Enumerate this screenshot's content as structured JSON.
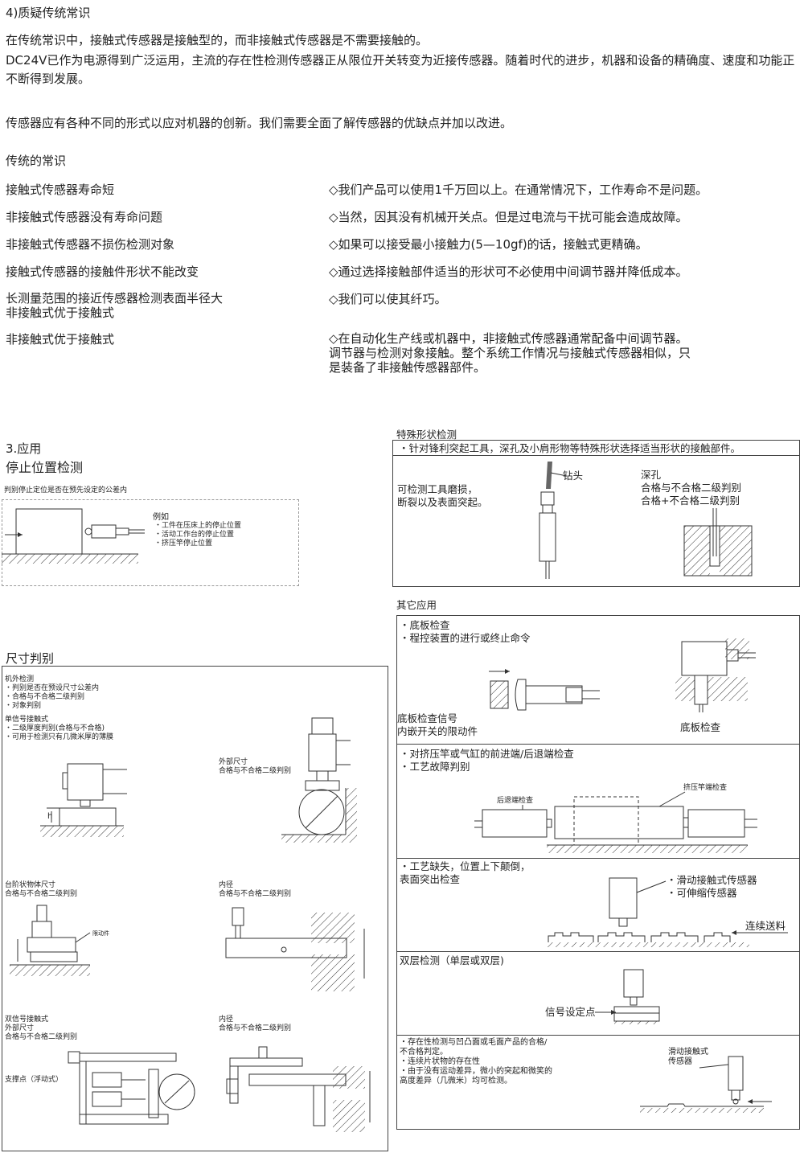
{
  "section4": {
    "title": "4)质疑传统常识",
    "p1": "在传统常识中，接触式传感器是接触型的，而非接触式传感器是不需要接触的。",
    "p2": "DC24V已作为电源得到广泛运用，主流的存在性检测传感器正从限位开关转变为近接传感器。随着时代的进步，机器和设备的精确度、速度和功能正不断得到发展。",
    "p3": "传感器应有各种不同的形式以应对机器的创新。我们需要全面了解传感器的优缺点并加以改进。",
    "sub": "传统的常识",
    "rows": [
      {
        "left": "接触式传感器寿命短",
        "right": "◇我们产品可以使用1千万回以上。在通常情况下，工作寿命不是问题。"
      },
      {
        "left": "非接触式传感器没有寿命问题",
        "right": "◇当然，因其没有机械开关点。但是过电流与干扰可能会造成故障。"
      },
      {
        "left": "非接触式传感器不损伤检测对象",
        "right": "◇如果可以接受最小接触力(5—10gf)的话，接触式更精确。"
      },
      {
        "left": "接触式传感器的接触件形状不能改变",
        "right": "◇通过选择接触部件适当的形状可不必使用中间调节器并降低成本。"
      },
      {
        "left": "长测量范围的接近传感器检测表面半径大\n非接触式优于接触式",
        "right": "◇我们可以使其纤巧。"
      },
      {
        "left": "非接触式优于接触式",
        "right": "◇在自动化生产线或机器中，非接触式传感器通常配备中间调节器。\n调节器与检测对象接触。整个系统工作情况与接触式传感器相似，只\n是装备了非接触传感器部件。"
      }
    ]
  },
  "section3": {
    "title": "3.应用",
    "stop": {
      "title": "停止位置检测",
      "desc": "判别停止定位是否在预先设定的公差内",
      "example_title": "例如",
      "examples": [
        "・工件在压床上的停止位置",
        "・活动工作台的停止位置",
        "・挤压竿停止位置"
      ]
    },
    "size": {
      "title": "尺寸判别",
      "block1": [
        "机外检测",
        "・判别是否在预设尺寸公差内",
        "・合格与不合格二级判别",
        "・对象判别"
      ],
      "block2": [
        "单信号接触式",
        "・二级厚度判别(合格与不合格)",
        "・可用于检测只有几微米厚的薄膜"
      ],
      "h_label": "h",
      "outer": [
        "外部尺寸",
        "合格与不合格二级判别"
      ],
      "step": [
        "台阶状物体尺寸",
        "合格与不合格二级判别"
      ],
      "limiter": "限动件",
      "inner1": [
        "内径",
        "合格与不合格二级判别"
      ],
      "dual": [
        "双信号接触式",
        "外部尺寸",
        "合格与不合格二级判别"
      ],
      "support": "支撑点（浮动式）",
      "inner2": [
        "内径",
        "合格与不合格二级判别"
      ]
    }
  },
  "special": {
    "title": "特殊形状检测",
    "bullet": "・针对锋利突起工具，深孔及小肩形物等特殊形状选择适当形状的接触部件。",
    "left_text": [
      "可检测工具磨损，",
      "断裂以及表面突起。"
    ],
    "drill": "钻头",
    "deep": [
      "深孔",
      "合格与不合格二级判别",
      "合格+不合格二级判别"
    ]
  },
  "other": {
    "title": "其它应用",
    "b1": [
      "・底板检查",
      "・程控装置的进行或终止命令"
    ],
    "b1_left": [
      "底板检查信号",
      "内嵌开关的限动件"
    ],
    "b1_right": "底板检查",
    "b2": [
      "・对挤压竿或气缸的前进端/后退端检查",
      "・工艺故障判别"
    ],
    "b2_back": "后退端检查",
    "b2_push": "挤压竿端检查",
    "b3": [
      "・工艺缺失，位置上下颠倒，",
      "表面突出检查"
    ],
    "b3_sensors": [
      "・滑动接触式传感器",
      "・可伸缩传感器"
    ],
    "b3_feed": "连续送料",
    "b4_title": "双层检测（单层或双层)",
    "b4_label": "信号设定点",
    "b5": [
      "・存在性检测与凹凸面或毛面产品的合格/",
      "不合格判定。",
      "・连续片状物的存在性",
      "・由于没有运动差异，微小的突起和微笑的",
      "高度差异（几微米）均可检测。"
    ],
    "b5_label": [
      "滑动接触式",
      "传感器"
    ]
  }
}
